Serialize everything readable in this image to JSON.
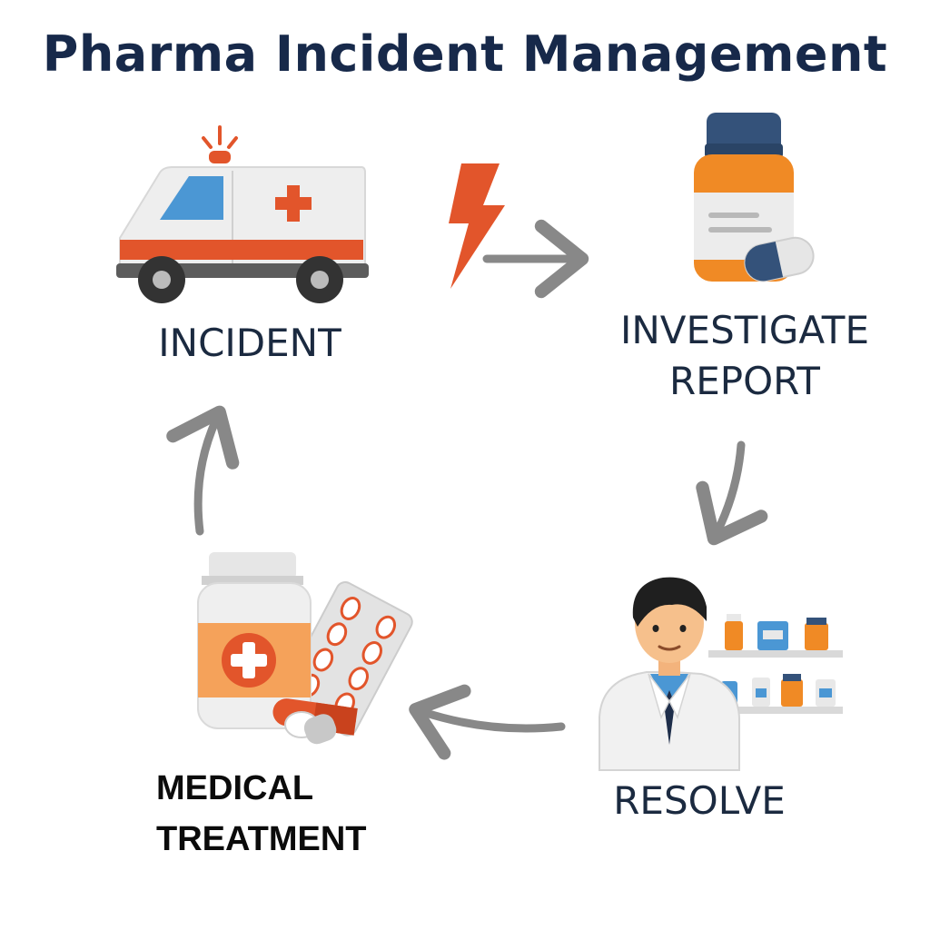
{
  "title": "Pharma Incident Management",
  "steps": {
    "incident": {
      "label": "INCIDENT"
    },
    "investigate": {
      "line1": "INVESTIGATE",
      "line2": "REPORT"
    },
    "resolve": {
      "label": "RESOLVE"
    },
    "medical": {
      "line1": "MEDICAL",
      "line2": "TREATMENT"
    }
  },
  "icons": [
    "ambulance-icon",
    "lightning-icon",
    "medicine-bottle-icon",
    "pharmacist-icon",
    "pill-bottle-icon"
  ],
  "colors": {
    "title": "#17294a",
    "accent_orange": "#e2552b",
    "arrow_gray": "#888888",
    "navy": "#34527a"
  }
}
